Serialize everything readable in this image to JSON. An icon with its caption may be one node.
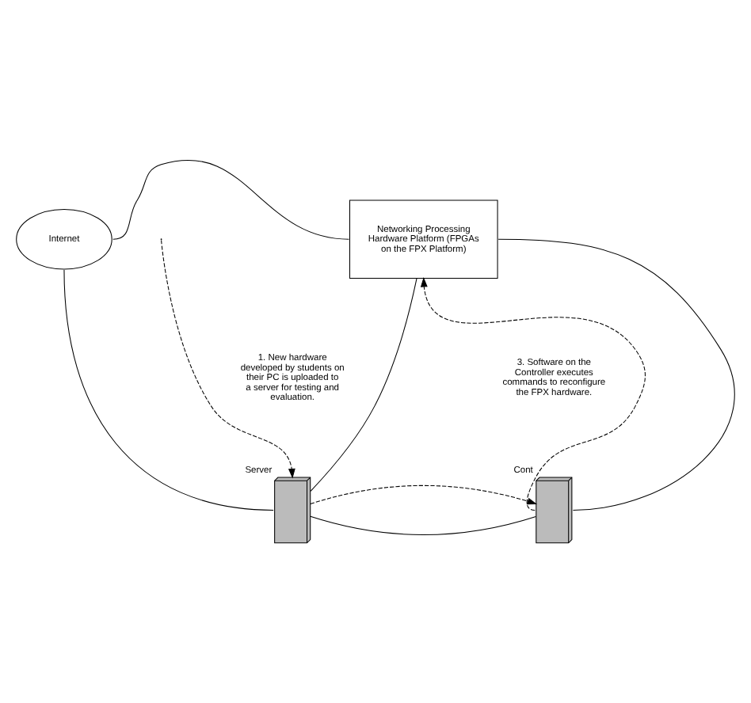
{
  "diagram": {
    "nodes": [
      {
        "text": [
          "Internet"
        ]
      },
      {
        "text": [
          "Networking Processing Hardware Platform (FPGAs on the FPX Platform)"
        ]
      },
      {
        "text": [],
        "shape": "box",
        "beside": [
          "Server"
        ]
      },
      {
        "text": [],
        "shape": "box",
        "beside": [
          "Cont"
        ]
      }
    ],
    "edges": [
      {
        "from": 0,
        "to": 1,
        "arrow": "none"
      },
      {
        "from": 0,
        "to": 2,
        "arrow": "none"
      },
      {
        "from": 1,
        "to": 2,
        "arrow": "none"
      },
      {
        "from": 1,
        "to": 3,
        "arrow": "none"
      },
      {
        "from": 2,
        "to": 3,
        "arrow": "none"
      },
      {
        "from": null,
        "to": 2,
        "arrow": "to",
        "style": "dashed"
      },
      {
        "from": 3,
        "to": 1,
        "arrow": "to",
        "style": "dashed"
      },
      {
        "from": 2,
        "to": 3,
        "arrow": "to",
        "style": "dashed"
      }
    ],
    "labels": [
      "1. New hardware developed by students on their PC is uploaded to a server for testing and evaluation.",
      "3. Software on the Controller executes commands to reconfigure the FPX hardware."
    ]
  }
}
